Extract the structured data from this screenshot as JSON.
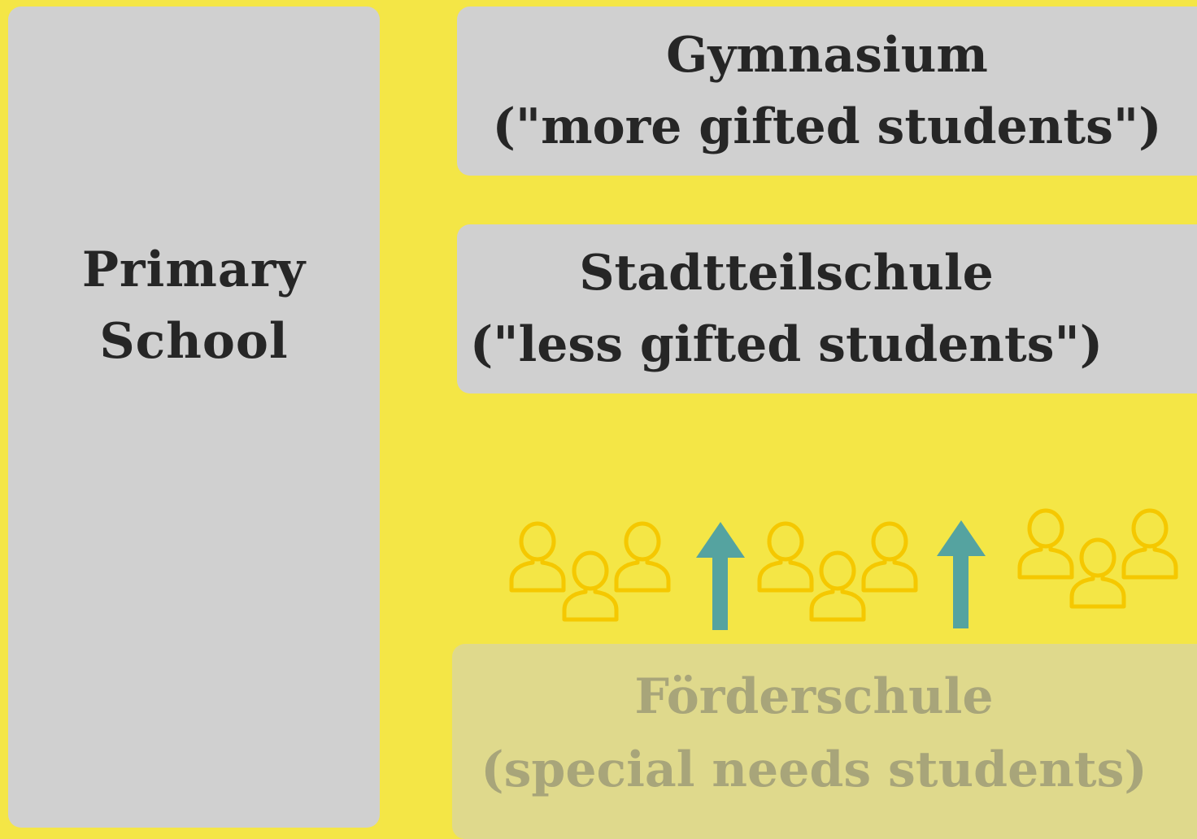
{
  "primary": {
    "line1": "Primary",
    "line2": "School"
  },
  "gymnasium": {
    "line1": "Gymnasium",
    "line2": "(\"more gifted students\")"
  },
  "stadtteilschule": {
    "line1": "Stadtteilschule",
    "line2": "(\"less gifted students\")"
  },
  "foerderschule": {
    "line1": "Förderschule",
    "line2": "(special needs students)"
  },
  "colors": {
    "background": "#f4e646",
    "box": "#d0d0d0",
    "faded_box": "#dfd98c",
    "arrow": "#55a3a0",
    "people_icons": "#f5c800"
  },
  "icons": [
    "people-group-icon",
    "up-arrow-icon",
    "people-group-icon",
    "up-arrow-icon",
    "people-group-icon"
  ]
}
